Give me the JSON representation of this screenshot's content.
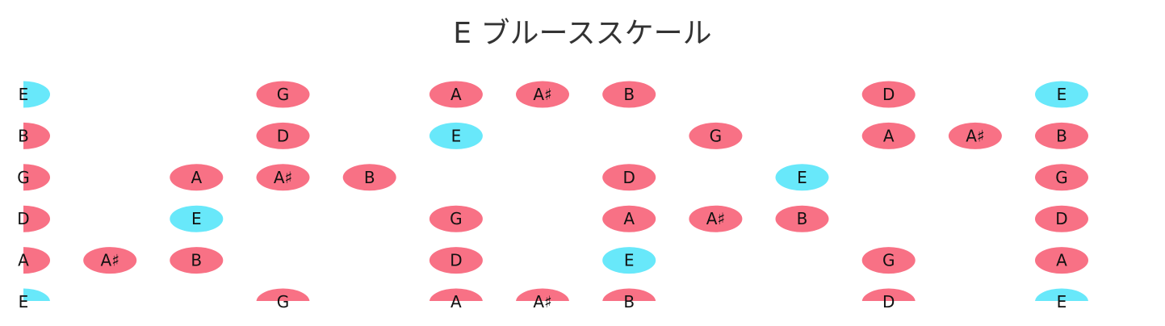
{
  "title": "E ブルーススケール",
  "colors": {
    "root": "#68e8fa",
    "note": "#f87185",
    "text": "#111111",
    "title": "#333333"
  },
  "fretboard": {
    "fret_count": 12,
    "strings": [
      {
        "name": "E",
        "notes": [
          {
            "fret": 0,
            "label": "E",
            "root": true
          },
          {
            "fret": 3,
            "label": "G"
          },
          {
            "fret": 5,
            "label": "A"
          },
          {
            "fret": 6,
            "label": "A♯"
          },
          {
            "fret": 7,
            "label": "B"
          },
          {
            "fret": 10,
            "label": "D"
          },
          {
            "fret": 12,
            "label": "E",
            "root": true
          }
        ]
      },
      {
        "name": "B",
        "notes": [
          {
            "fret": 0,
            "label": "B"
          },
          {
            "fret": 3,
            "label": "D"
          },
          {
            "fret": 5,
            "label": "E",
            "root": true
          },
          {
            "fret": 8,
            "label": "G"
          },
          {
            "fret": 10,
            "label": "A"
          },
          {
            "fret": 11,
            "label": "A♯"
          },
          {
            "fret": 12,
            "label": "B"
          }
        ]
      },
      {
        "name": "G",
        "notes": [
          {
            "fret": 0,
            "label": "G"
          },
          {
            "fret": 2,
            "label": "A"
          },
          {
            "fret": 3,
            "label": "A♯"
          },
          {
            "fret": 4,
            "label": "B"
          },
          {
            "fret": 7,
            "label": "D"
          },
          {
            "fret": 9,
            "label": "E",
            "root": true
          },
          {
            "fret": 12,
            "label": "G"
          }
        ]
      },
      {
        "name": "D",
        "notes": [
          {
            "fret": 0,
            "label": "D"
          },
          {
            "fret": 2,
            "label": "E",
            "root": true
          },
          {
            "fret": 5,
            "label": "G"
          },
          {
            "fret": 7,
            "label": "A"
          },
          {
            "fret": 8,
            "label": "A♯"
          },
          {
            "fret": 9,
            "label": "B"
          },
          {
            "fret": 12,
            "label": "D"
          }
        ]
      },
      {
        "name": "A",
        "notes": [
          {
            "fret": 0,
            "label": "A"
          },
          {
            "fret": 1,
            "label": "A♯"
          },
          {
            "fret": 2,
            "label": "B"
          },
          {
            "fret": 5,
            "label": "D"
          },
          {
            "fret": 7,
            "label": "E",
            "root": true
          },
          {
            "fret": 10,
            "label": "G"
          },
          {
            "fret": 12,
            "label": "A"
          }
        ]
      },
      {
        "name": "E",
        "notes": [
          {
            "fret": 0,
            "label": "E",
            "root": true
          },
          {
            "fret": 3,
            "label": "G"
          },
          {
            "fret": 5,
            "label": "A"
          },
          {
            "fret": 6,
            "label": "A♯"
          },
          {
            "fret": 7,
            "label": "B"
          },
          {
            "fret": 10,
            "label": "D"
          },
          {
            "fret": 12,
            "label": "E",
            "root": true
          }
        ]
      }
    ]
  }
}
